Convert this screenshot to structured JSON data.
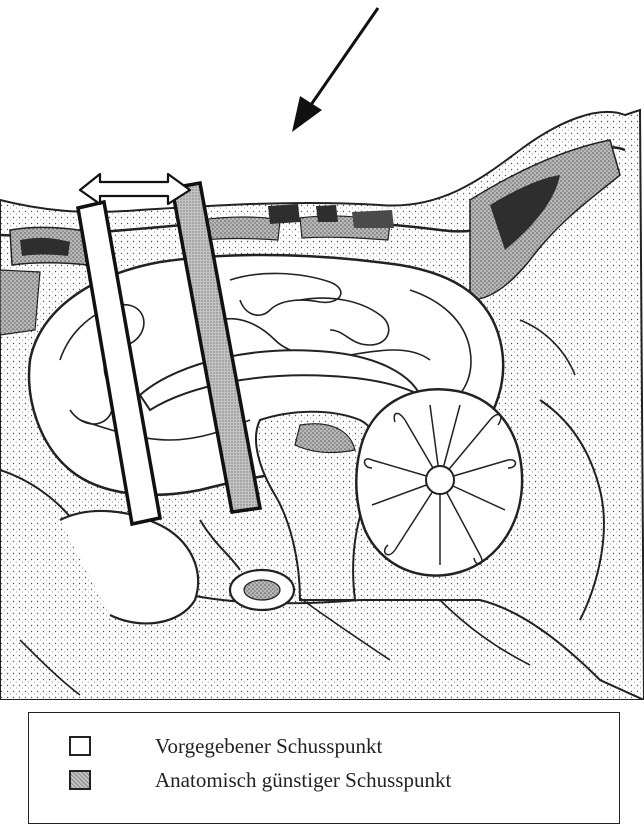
{
  "colors": {
    "ink": "#222222",
    "tissue_dark": "#2e2e2e",
    "tissue_mid": "#8a8a8a",
    "tissue_light": "#d4d4d4",
    "probe_grey": "#a8a8a8",
    "paper": "#ffffff"
  },
  "icons": {
    "direction_arrow": "arrow-down-left-icon",
    "shift_arrow": "double-headed-arrow-icon"
  },
  "legend": {
    "items": [
      {
        "label": "Vorgegebener Schusspunkt",
        "swatch": "white"
      },
      {
        "label": "Anatomisch günstiger Schusspunkt",
        "swatch": "grey"
      }
    ]
  }
}
